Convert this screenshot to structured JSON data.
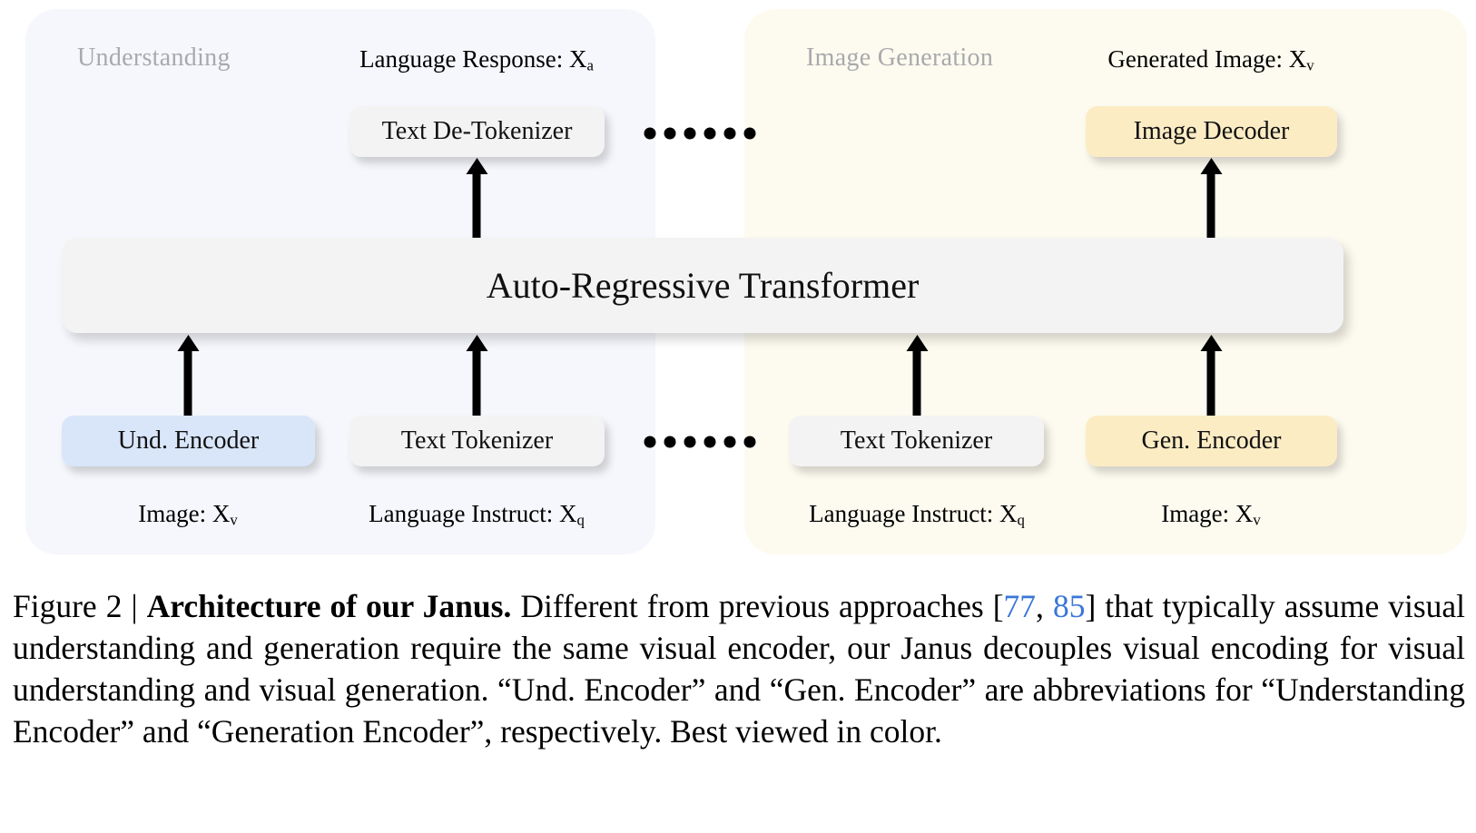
{
  "panels": [
    {
      "id": "understanding",
      "title": "Understanding"
    },
    {
      "id": "generation",
      "title": "Image Generation"
    }
  ],
  "io_labels": {
    "language_response": {
      "text": "Language Response: X",
      "sub": "a"
    },
    "generated_image": {
      "text": "Generated Image: X",
      "sub": "v"
    },
    "image_und": {
      "text": "Image: X",
      "sub": "v"
    },
    "lang_instruct_und": {
      "text": "Language Instruct: X",
      "sub": "q"
    },
    "lang_instruct_gen": {
      "text": "Language Instruct: X",
      "sub": "q"
    },
    "image_gen": {
      "text": "Image: X",
      "sub": "v"
    }
  },
  "boxes": {
    "text_detokenizer": "Text De-Tokenizer",
    "image_decoder": "Image Decoder",
    "und_encoder": "Und. Encoder",
    "text_tokenizer_1": "Text Tokenizer",
    "text_tokenizer_2": "Text Tokenizer",
    "gen_encoder": "Gen. Encoder",
    "transformer": "Auto-Regressive Transformer"
  },
  "ellipsis": {
    "dot_count": 6
  },
  "colors": {
    "panel_understanding": "#f5f7fc",
    "panel_generation": "#fdfbef",
    "box_gray": "#f3f3f3",
    "box_blue": "#d9e6fa",
    "box_yellow": "#fbecc4",
    "panel_title_text": "#a9a9ad",
    "citation_link": "#3a76d8",
    "arrow": "#000000"
  },
  "caption": {
    "figure_label": "Figure 2 | ",
    "bold_title": "Architecture of our Janus.",
    "part1": " Different from previous approaches [",
    "cite1": "77",
    "cite_sep": ", ",
    "cite2": "85",
    "part2": "] that typically assume visual understanding and generation require the same visual encoder, our Janus decouples visual encoding for visual understanding and visual generation. “Und. Encoder” and “Gen. Encoder” are abbreviations for “Understanding Encoder” and “Generation Encoder”, respectively. Best viewed in color."
  }
}
